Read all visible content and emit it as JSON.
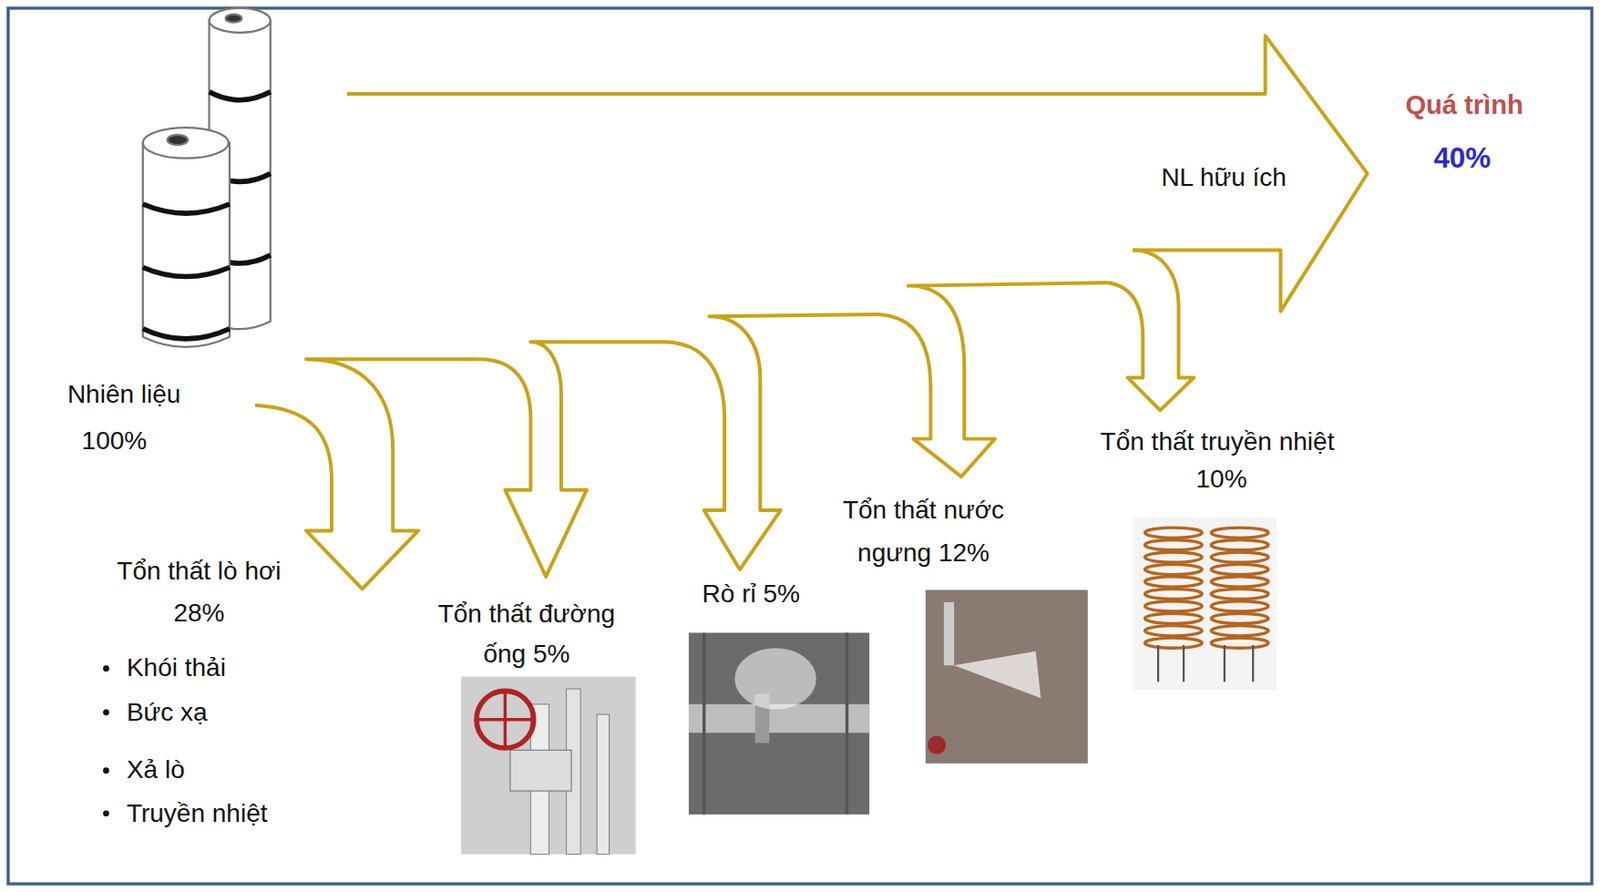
{
  "diagram": {
    "labels": [
      "Quá trình",
      "40%",
      "NL hữu ích",
      "Nhiên liệu",
      "100%",
      "Tổn thất lò hơi",
      "28%",
      "Khói thải",
      "Bức xạ",
      "Xả lò",
      "Truyền nhiệt",
      "Tổn thất đường",
      "ống 5%",
      "Rò rỉ 5%",
      "Tổn thất nước",
      "ngưng 12%",
      "Tổn thất truyền nhiệt",
      "10%"
    ]
  }
}
